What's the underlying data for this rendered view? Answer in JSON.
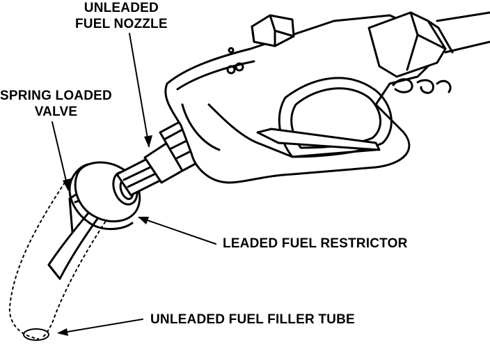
{
  "labels": {
    "unleaded_nozzle": {
      "line1": "UNLEADED",
      "line2": "FUEL NOZZLE"
    },
    "spring_valve": {
      "line1": "SPRING LOADED",
      "line2": "VALVE"
    },
    "leaded_restrictor": "LEADED FUEL RESTRICTOR",
    "filler_tube": "UNLEADED FUEL FILLER TUBE"
  },
  "colors": {
    "ink": "#000000",
    "paper": "#ffffff"
  }
}
